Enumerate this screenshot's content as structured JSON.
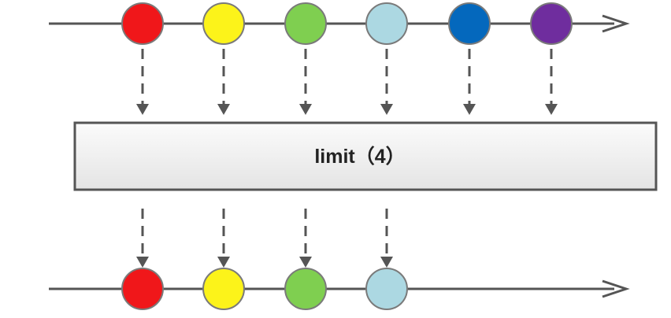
{
  "operator": {
    "label": "limit（4）"
  },
  "input_stream": {
    "items": [
      {
        "name": "red",
        "color": "#f0171a"
      },
      {
        "name": "yellow",
        "color": "#fcf31a"
      },
      {
        "name": "green",
        "color": "#7fcf50"
      },
      {
        "name": "light-blue",
        "color": "#acd8e2"
      },
      {
        "name": "blue",
        "color": "#0468bd"
      },
      {
        "name": "purple",
        "color": "#6f2d9e"
      }
    ]
  },
  "output_stream": {
    "items": [
      {
        "name": "red",
        "color": "#f0171a"
      },
      {
        "name": "yellow",
        "color": "#fcf31a"
      },
      {
        "name": "green",
        "color": "#7fcf50"
      },
      {
        "name": "light-blue",
        "color": "#acd8e2"
      }
    ]
  },
  "colors": {
    "line": "#555555",
    "box_fill_top": "#fbfbfb",
    "box_fill_bottom": "#e4e4e4",
    "box_stroke": "#555555",
    "marble_stroke": "#7a7a7a"
  }
}
